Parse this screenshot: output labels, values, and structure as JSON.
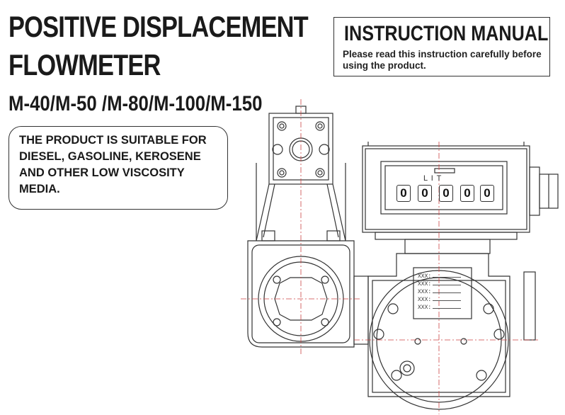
{
  "header": {
    "title_line1": "POSITIVE DISPLACEMENT",
    "title_line2": "FLOWMETER",
    "models": "M-40/M-50 /M-80/M-100/M-150"
  },
  "manual": {
    "title": "INSTRUCTION MANUAL",
    "note": "Please read this instruction carefully before using the product."
  },
  "suitability": {
    "text": "THE PRODUCT IS SUITABLE FOR DIESEL,  GASOLINE, KEROSENE AND OTHER LOW VISCOSITY MEDIA."
  },
  "register": {
    "unit_label": "L I T",
    "digits": [
      "0",
      "0",
      "0",
      "0",
      "0"
    ]
  },
  "nameplate": {
    "rows": [
      "XXX:",
      "XXX:",
      "XXX:",
      "XXX:",
      "XXX:"
    ]
  }
}
